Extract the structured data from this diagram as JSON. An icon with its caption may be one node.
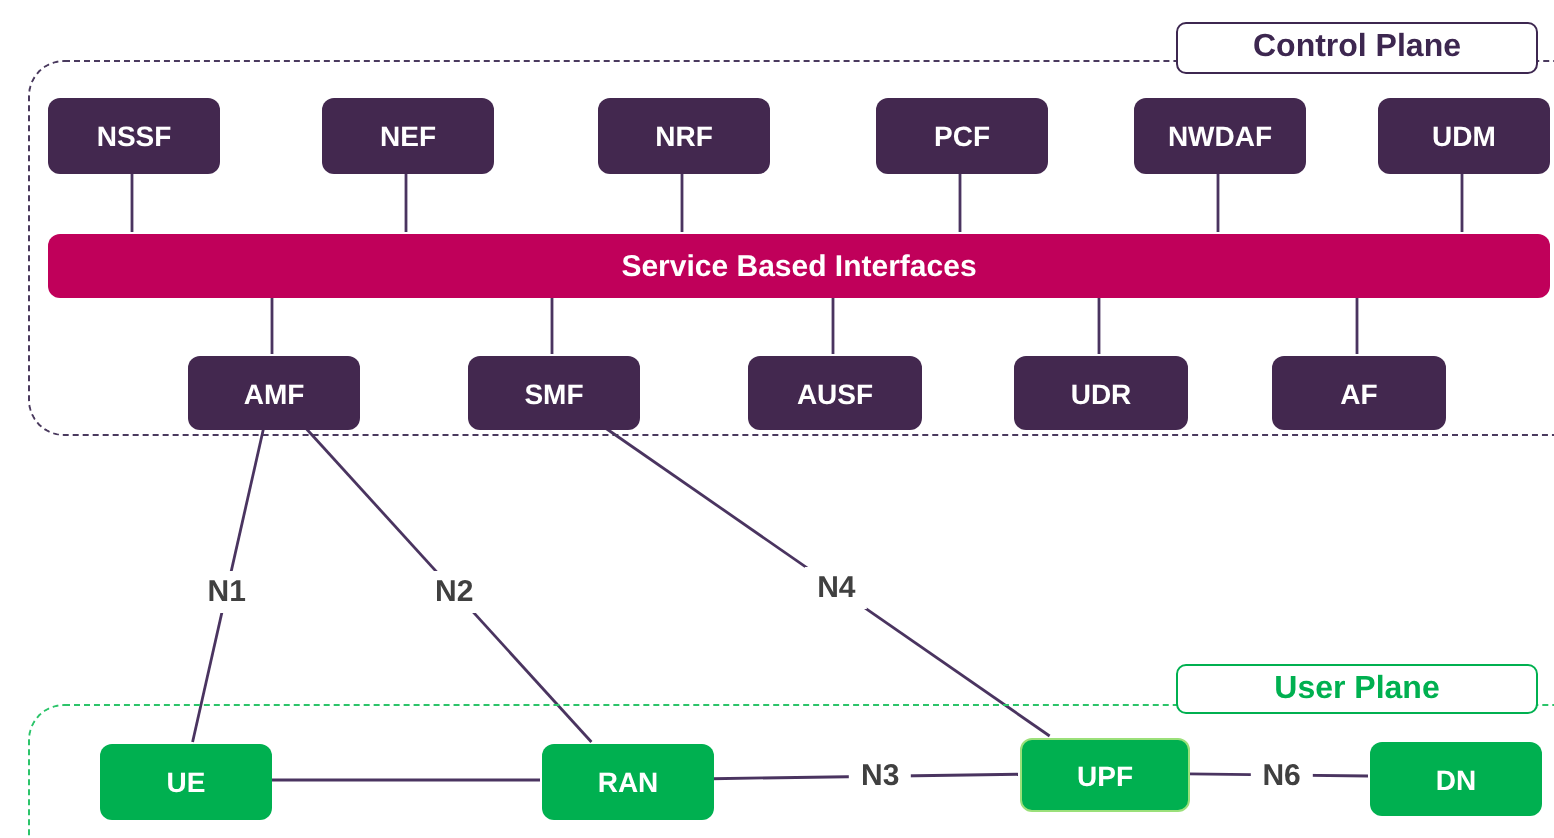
{
  "diagram": {
    "nodes": [
      {
        "text": [
          "Control Plane"
        ]
      },
      {
        "text": [
          "NSSF"
        ],
        "in": 0
      },
      {
        "text": [
          "NEF"
        ],
        "in": 0
      },
      {
        "text": [
          "NRF"
        ],
        "in": 0
      },
      {
        "text": [
          "PCF"
        ],
        "in": 0
      },
      {
        "text": [
          "NWDAF"
        ],
        "in": 0
      },
      {
        "text": [
          "UDM"
        ],
        "in": 0
      },
      {
        "text": [
          "Service Based Interfaces"
        ],
        "in": 0
      },
      {
        "text": [
          "AMF"
        ],
        "in": 0
      },
      {
        "text": [
          "SMF"
        ],
        "in": 0
      },
      {
        "text": [
          "AUSF"
        ],
        "in": 0
      },
      {
        "text": [
          "UDR"
        ],
        "in": 0
      },
      {
        "text": [
          "AF"
        ],
        "in": 0
      },
      {
        "text": [
          "User Plane"
        ]
      },
      {
        "text": [
          "UE"
        ],
        "in": 13
      },
      {
        "text": [
          "RAN"
        ],
        "in": 13
      },
      {
        "text": [
          "UPF"
        ],
        "in": 13
      },
      {
        "text": [
          "DN"
        ],
        "in": 13
      }
    ],
    "edges": [
      {
        "from": 1,
        "to": 7,
        "arrow": "none"
      },
      {
        "from": 2,
        "to": 7,
        "arrow": "none"
      },
      {
        "from": 3,
        "to": 7,
        "arrow": "none"
      },
      {
        "from": 4,
        "to": 7,
        "arrow": "none"
      },
      {
        "from": 5,
        "to": 7,
        "arrow": "none"
      },
      {
        "from": 6,
        "to": 7,
        "arrow": "none"
      },
      {
        "from": 7,
        "to": 8,
        "arrow": "none"
      },
      {
        "from": 7,
        "to": 9,
        "arrow": "none"
      },
      {
        "from": 7,
        "to": 10,
        "arrow": "none"
      },
      {
        "from": 7,
        "to": 11,
        "arrow": "none"
      },
      {
        "from": 7,
        "to": 12,
        "arrow": "none"
      },
      {
        "from": 8,
        "to": 14,
        "label": "N1",
        "arrow": "none"
      },
      {
        "from": 8,
        "to": 15,
        "label": "N2",
        "arrow": "none"
      },
      {
        "from": 9,
        "to": 16,
        "label": "N4",
        "arrow": "none"
      },
      {
        "from": 14,
        "to": 15,
        "arrow": "none"
      },
      {
        "from": 15,
        "to": 16,
        "label": "N3",
        "arrow": "none"
      },
      {
        "from": 16,
        "to": 17,
        "label": "N6",
        "arrow": "none"
      }
    ]
  }
}
